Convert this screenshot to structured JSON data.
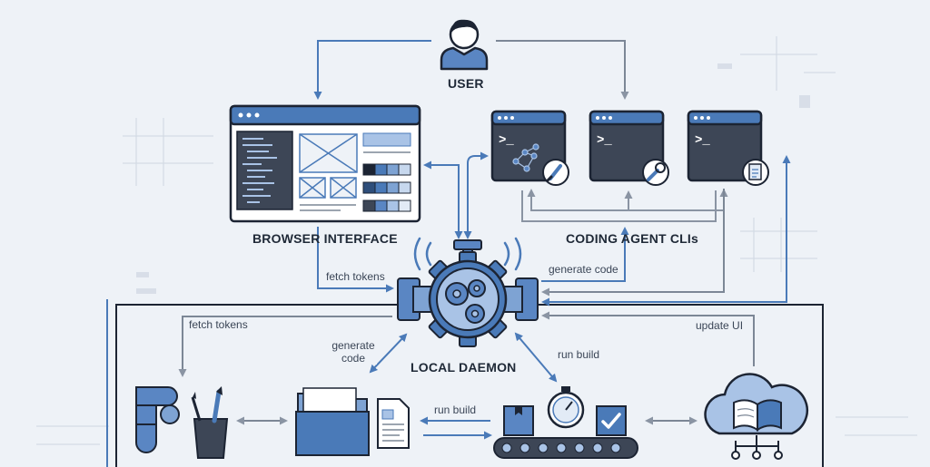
{
  "nodes": {
    "user": "USER",
    "browser_interface": "BROWSER INTERFACE",
    "coding_agent_clis": "CODING AGENT CLIs",
    "local_daemon": "LOCAL DAEMON"
  },
  "edges": {
    "fetch_tokens_top": "fetch tokens",
    "generate_code_top": "generate code",
    "fetch_tokens_left": "fetch tokens",
    "generate_code_left": "generate\ncode",
    "run_build_diag": "run build",
    "run_build_bottom": "run build",
    "update_ui": "update UI"
  },
  "terminal_prompt": ">_",
  "colors": {
    "background": "#eef2f7",
    "accent_blue": "#4a7ab8",
    "dark_outline": "#1c2433",
    "light_blue": "#a9c3e6",
    "terminal_dark": "#3d4656",
    "arrow_gray": "#7c8796"
  }
}
